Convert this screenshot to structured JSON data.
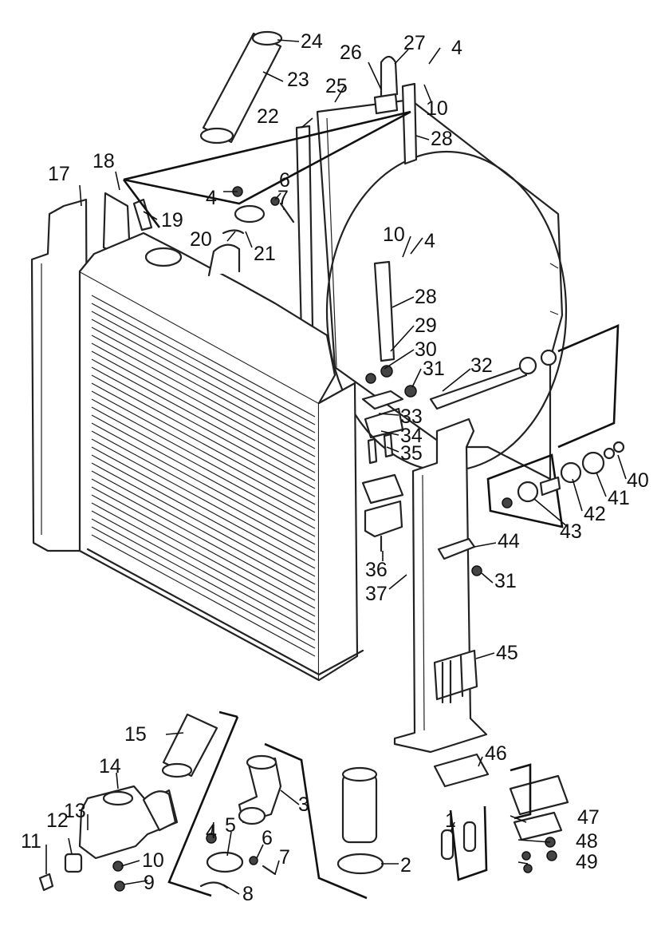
{
  "labels": [
    {
      "id": "l24a",
      "text": "24"
    },
    {
      "id": "l27a",
      "text": "27"
    },
    {
      "id": "l4a",
      "text": "4"
    },
    {
      "id": "l26a",
      "text": "26"
    },
    {
      "id": "l23a",
      "text": "23"
    },
    {
      "id": "l25a",
      "text": "25"
    },
    {
      "id": "l10a",
      "text": "10"
    },
    {
      "id": "l22a",
      "text": "22"
    },
    {
      "id": "l28a",
      "text": "28"
    },
    {
      "id": "l17a",
      "text": "17"
    },
    {
      "id": "l18a",
      "text": "18"
    },
    {
      "id": "l6a",
      "text": "6"
    },
    {
      "id": "l4b",
      "text": "4"
    },
    {
      "id": "l7a",
      "text": "7"
    },
    {
      "id": "l19a",
      "text": "19"
    },
    {
      "id": "l20a",
      "text": "20"
    },
    {
      "id": "l21a",
      "text": "21"
    },
    {
      "id": "l10b",
      "text": "10"
    },
    {
      "id": "l4c",
      "text": "4"
    },
    {
      "id": "l28b",
      "text": "28"
    },
    {
      "id": "l29a",
      "text": "29"
    },
    {
      "id": "l30a",
      "text": "30"
    },
    {
      "id": "l31a",
      "text": "31"
    },
    {
      "id": "l32a",
      "text": "32"
    },
    {
      "id": "l33a",
      "text": "33"
    },
    {
      "id": "l34a",
      "text": "34"
    },
    {
      "id": "l35a",
      "text": "35"
    },
    {
      "id": "l40a",
      "text": "40"
    },
    {
      "id": "l41a",
      "text": "41"
    },
    {
      "id": "l42a",
      "text": "42"
    },
    {
      "id": "l43a",
      "text": "43"
    },
    {
      "id": "l44a",
      "text": "44"
    },
    {
      "id": "l36a",
      "text": "36"
    },
    {
      "id": "l31b",
      "text": "31"
    },
    {
      "id": "l37a",
      "text": "37"
    },
    {
      "id": "l45a",
      "text": "45"
    },
    {
      "id": "l15a",
      "text": "15"
    },
    {
      "id": "l14a",
      "text": "14"
    },
    {
      "id": "l46a",
      "text": "46"
    },
    {
      "id": "l3a",
      "text": "3"
    },
    {
      "id": "l13a",
      "text": "13"
    },
    {
      "id": "l1a",
      "text": "1"
    },
    {
      "id": "l47a",
      "text": "47"
    },
    {
      "id": "l4d",
      "text": "4"
    },
    {
      "id": "l5a",
      "text": "5"
    },
    {
      "id": "l6b",
      "text": "6"
    },
    {
      "id": "l12a",
      "text": "12"
    },
    {
      "id": "l48a",
      "text": "48"
    },
    {
      "id": "l11a",
      "text": "11"
    },
    {
      "id": "l7b",
      "text": "7"
    },
    {
      "id": "l10c",
      "text": "10"
    },
    {
      "id": "l2a",
      "text": "2"
    },
    {
      "id": "l49a",
      "text": "49"
    },
    {
      "id": "l9a",
      "text": "9"
    },
    {
      "id": "l8a",
      "text": "8"
    }
  ]
}
